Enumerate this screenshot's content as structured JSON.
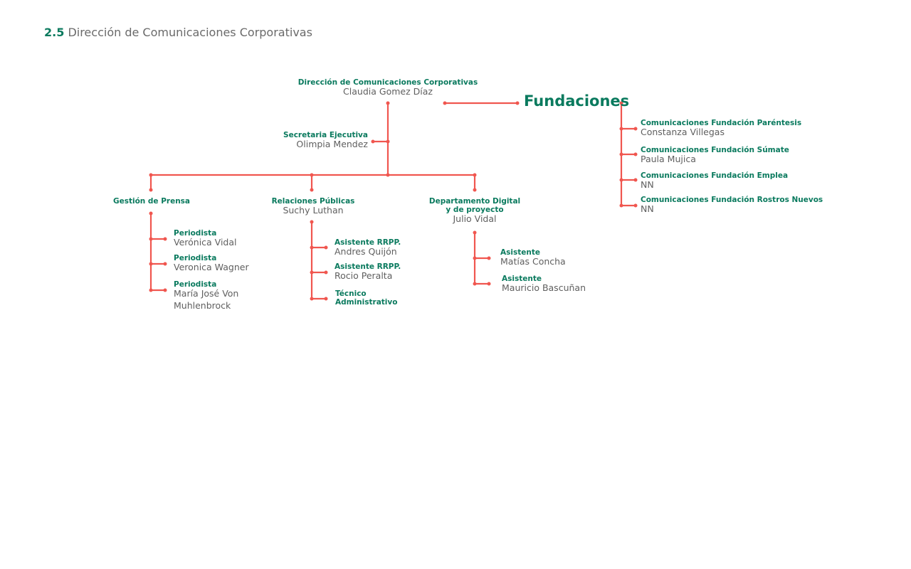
{
  "page": {
    "section_number": "2.5",
    "section_title": "Dirección de Comunicaciones Corporativas"
  },
  "colors": {
    "accent_green": "#0a7a5e",
    "line_red": "#f0564f",
    "text_gray": "#5f5f5f"
  },
  "org": {
    "head": {
      "role": "Dirección de Comunicaciones Corporativas",
      "name": "Claudia Gomez Díaz"
    },
    "secretary": {
      "role": "Secretaria Ejecutiva",
      "name": "Olimpia Mendez"
    },
    "departments": [
      {
        "role": "Gestión de Prensa",
        "name": "",
        "members": [
          {
            "role": "Periodista",
            "name": "Verónica Vidal"
          },
          {
            "role": "Periodista",
            "name": "Veronica Wagner"
          },
          {
            "role": "Periodista",
            "name": "María José Von",
            "name2": "Muhlenbrock"
          }
        ]
      },
      {
        "role": "Relaciones Públicas",
        "name": "Suchy Luthan",
        "members": [
          {
            "role": "Asistente RRPP.",
            "name": "Andres Quijón"
          },
          {
            "role": "Asistente RRPP.",
            "name": "Rocio Peralta"
          },
          {
            "role": "Técnico",
            "role2": "Administrativo",
            "name": ""
          }
        ]
      },
      {
        "role": "Departamento Digital",
        "role2": "y de proyecto",
        "name": "Julio Vidal",
        "members": [
          {
            "role": "Asistente",
            "name": "Matías Concha"
          },
          {
            "role": "Asistente",
            "name": "Mauricio Bascuñan"
          }
        ]
      }
    ],
    "foundations": {
      "title": "Fundaciones",
      "items": [
        {
          "role": "Comunicaciones Fundación Paréntesis",
          "name": "Constanza Villegas"
        },
        {
          "role": "Comunicaciones Fundación Súmate",
          "name": "Paula Mujica"
        },
        {
          "role": "Comunicaciones Fundación Emplea",
          "name": "NN"
        },
        {
          "role": "Comunicaciones Fundación Rostros Nuevos",
          "name": "NN"
        }
      ]
    }
  }
}
